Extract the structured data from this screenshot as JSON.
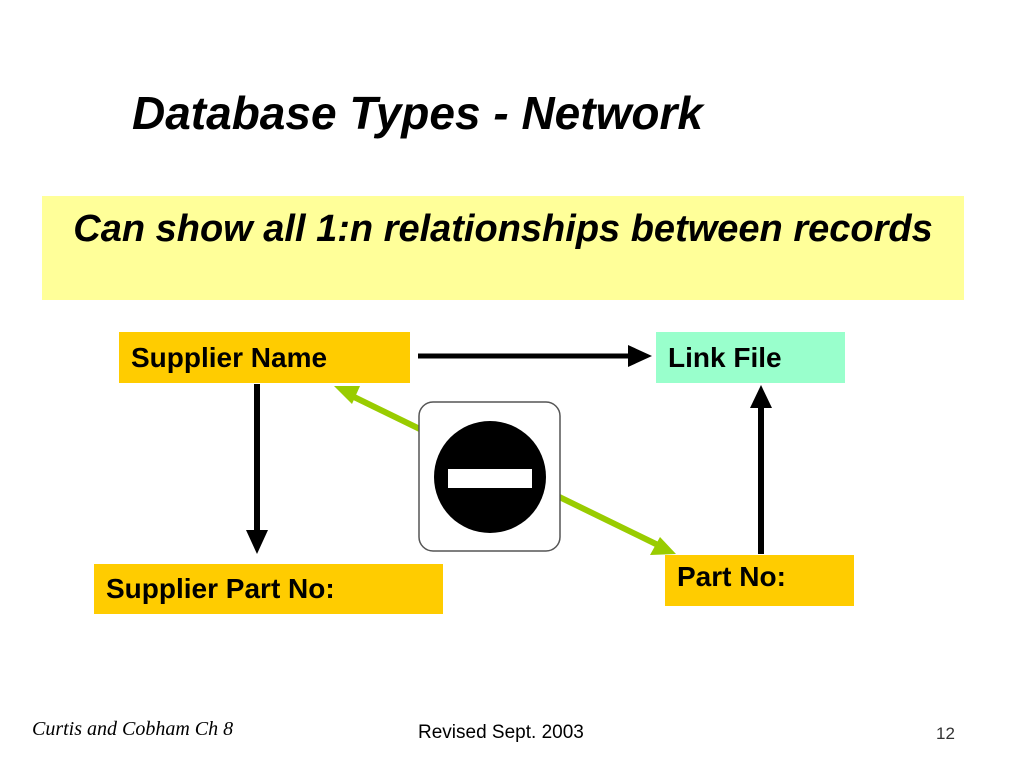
{
  "slide": {
    "title": "Database Types - Network",
    "subtitle": "Can show all 1:n relationships between records"
  },
  "diagram": {
    "nodes": {
      "supplier_name": "Supplier Name",
      "link_file": "Link File",
      "supplier_part_no": "Supplier Part No:",
      "part_no": "Part No:"
    },
    "edges": [
      {
        "from": "supplier_name",
        "to": "link_file",
        "style": "black"
      },
      {
        "from": "supplier_name",
        "to": "supplier_part_no",
        "style": "black"
      },
      {
        "from": "part_no",
        "to": "link_file",
        "style": "black"
      },
      {
        "from": "supplier_name",
        "to": "part_no",
        "style": "green-bidirectional"
      }
    ],
    "icons": [
      "no-entry-sign-icon"
    ]
  },
  "colors": {
    "banner": "#ffff99",
    "orange_box": "#ffcc00",
    "mint_box": "#99ffcc",
    "green_arrow": "#99cc00",
    "black_arrow": "#000000"
  },
  "footer": {
    "source": "Curtis and Cobham Ch 8",
    "revised": "Revised Sept. 2003",
    "page_number": "12"
  }
}
